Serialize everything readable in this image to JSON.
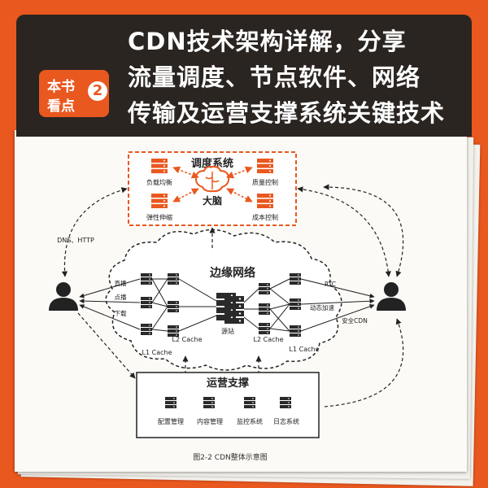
{
  "header": {
    "badge": {
      "line1": "本书",
      "line2": "看点",
      "number": "2"
    },
    "title_lines": [
      "CDN技术架构详解，分享",
      "流量调度、节点软件、网络",
      "传输及运营支撑系统关键技术"
    ]
  },
  "diagram": {
    "scheduling": {
      "title": "调度系统",
      "center": "大脑",
      "items": [
        "负载均衡",
        "质量控制",
        "弹性伸缩",
        "成本控制"
      ]
    },
    "edge": {
      "title": "边缘网络",
      "left_labels": [
        "直播",
        "点播",
        "下载"
      ],
      "right_labels": [
        "RTC",
        "动态加速",
        "安全CDN"
      ],
      "l2_left": "L2 Cache",
      "l2_right": "L2 Cache",
      "l1_left": "L1 Cache",
      "l1_right": "L1 Cache",
      "origin": "源站"
    },
    "dns_label": "DNS、HTTP",
    "operations": {
      "title": "运营支撑",
      "items": [
        "配置管理",
        "内容管理",
        "监控系统",
        "日志系统"
      ]
    },
    "caption": "图2-2    CDN整体示意图"
  },
  "colors": {
    "accent": "#e9581f",
    "dark": "#2b2522",
    "server": "#2a2a2a"
  }
}
